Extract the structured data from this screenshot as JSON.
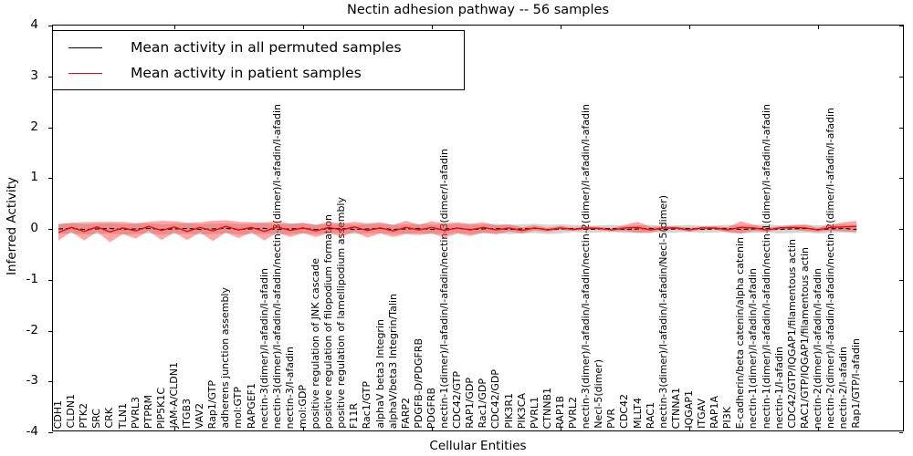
{
  "figure": {
    "title": "Nectin adhesion pathway -- 56 samples",
    "xlabel": "Cellular Entities",
    "ylabel": "Inferred Activity"
  },
  "legend": {
    "entries": [
      {
        "label": "Mean activity in all permuted samples",
        "color": "#000000"
      },
      {
        "label": "Mean activity in patient samples",
        "color": "#ff0000"
      }
    ]
  },
  "chart_data": {
    "type": "line",
    "title": "Nectin adhesion pathway -- 56 samples",
    "xlabel": "Cellular Entities",
    "ylabel": "Inferred Activity",
    "ylim": [
      -4,
      4
    ],
    "yticks": [
      4,
      3,
      2,
      1,
      0,
      -1,
      -2,
      -3,
      -4
    ],
    "grid": false,
    "legend_position": "upper left",
    "categories": [
      "CDH1",
      "CLDN1",
      "PTK2",
      "SRC",
      "CRK",
      "TLN1",
      "PVRL3",
      "PTPRM",
      "PIP5K1C",
      "JAM-A/CLDN1",
      "ITGB3",
      "VAV2",
      "Rap1/GTP",
      "adherens junction assembly",
      "mol:GTP",
      "RAPGEF1",
      "nectin-3(dimer)/I-afadin/I-afadin",
      "nectin-3(dimer)/I-afadin/I-afadin/nectin-3(dimer)/I-afadin/I-afadin",
      "nectin-3/I-afadin",
      "mol:GDP",
      "positive regulation of JNK cascade",
      "positive regulation of filopodium formation",
      "positive regulation of lamellipodium assembly",
      "F11R",
      "Rac1/GTP",
      "alphaV beta3 Integrin",
      "alphaV/beta3 Integrin/Talin",
      "FARP2",
      "PDGFB-D/PDGFRB",
      "PDGFRB",
      "nectin-1(dimer)/I-afadin/I-afadin/nectin-3(dimer/I-afadin",
      "CDC42/GTP",
      "RAP1/GDP",
      "Rac1/GDP",
      "CDC42/GDP",
      "PIK3R1",
      "PIK3CA",
      "PVRL1",
      "CTNNB1",
      "RAP1B",
      "PVRL2",
      "nectin-3(dimer)/I-afadin/I-afadin/nectin-2(dimer)/I-afadin/I-afadin",
      "Necl-5(dimer)",
      "PVR",
      "CDC42",
      "MLLT4",
      "RAC1",
      "nectin-3(dimer)/I-afadin/I-afadin/Necl-5(dimer)",
      "CTNNA1",
      "IQGAP1",
      "ITGAV",
      "RAP1A",
      "PI3K",
      "E-cadherin/beta catenin/alpha catenin",
      "nectin-1(dimer)/I-afadin/I-afadin",
      "nectin-1(dimer)/I-afadin/I-afadin/nectin-1(dimer)/I-afadin/I-afadin",
      "nectin-1/I-afadin",
      "CDC42/GTP/IQGAP1/filamentous actin",
      "RAC1/GTP/IQGAP1/filamentous actin",
      "nectin-2(dimer)/I-afadin/I-afadin",
      "nectin-2(dimer)/I-afadin/I-afadin/nectin-2(dimer/I-afadin/I-afadin",
      "nectin-2/I-afadin",
      "Rap1/GTP/I-afadin"
    ],
    "series": [
      {
        "name": "Mean activity in all permuted samples",
        "color": "#000000",
        "style": "dashed",
        "values": [
          0,
          0.01,
          -0.01,
          0,
          0.01,
          -0.01,
          0,
          0.01,
          -0.01,
          0,
          0.01,
          -0.01,
          0,
          0.01,
          -0.01,
          0,
          0.01,
          -0.01,
          0,
          0.01,
          -0.01,
          0,
          0.01,
          -0.01,
          0,
          0.01,
          -0.01,
          0,
          0.01,
          -0.01,
          0,
          0.01,
          -0.01,
          0,
          0.01,
          -0.01,
          0,
          0.01,
          -0.01,
          0,
          0.01,
          -0.01,
          0,
          0.01,
          -0.01,
          0,
          0.01,
          -0.01,
          0,
          0.01,
          -0.01,
          0,
          0.01,
          -0.01,
          0,
          0.01,
          -0.01,
          0,
          0.01,
          -0.01,
          0,
          0.01,
          -0.01
        ]
      },
      {
        "name": "Mean activity in patient samples",
        "color": "#ff0000",
        "style": "solid",
        "values": [
          -0.07,
          0.03,
          -0.05,
          0.04,
          -0.06,
          0.02,
          -0.04,
          0.05,
          -0.03,
          0.04,
          -0.05,
          0.03,
          -0.04,
          0.05,
          -0.02,
          0.03,
          -0.05,
          0.04,
          -0.03,
          0.02,
          -0.04,
          0.03,
          -0.02,
          0.04,
          -0.03,
          0.02,
          -0.04,
          0.03,
          -0.02,
          0.03,
          -0.03,
          0.02,
          -0.02,
          0.03,
          -0.02,
          0.02,
          -0.03,
          0.02,
          -0.02,
          0.02,
          -0.01,
          0.02,
          0.01,
          -0.02,
          0.02,
          0.03,
          -0.02,
          0.02,
          0.02,
          -0.02,
          0.02,
          0.02,
          -0.02,
          0.03,
          0.02,
          -0.02,
          0.02,
          0.03,
          0.02,
          -0.02,
          0.03,
          0.04,
          0.05
        ]
      }
    ],
    "bands": [
      {
        "series": "Mean activity in all permuted samples",
        "color": "rgba(110,110,110,0.30)",
        "halfwidths": [
          0.1,
          0.1,
          0.1,
          0.1,
          0.1,
          0.1,
          0.1,
          0.1,
          0.1,
          0.1,
          0.1,
          0.1,
          0.1,
          0.1,
          0.1,
          0.1,
          0.1,
          0.1,
          0.1,
          0.1,
          0.09,
          0.09,
          0.09,
          0.09,
          0.09,
          0.09,
          0.09,
          0.09,
          0.09,
          0.09,
          0.09,
          0.09,
          0.09,
          0.09,
          0.09,
          0.09,
          0.09,
          0.09,
          0.09,
          0.09,
          0.07,
          0.07,
          0.07,
          0.07,
          0.07,
          0.07,
          0.07,
          0.07,
          0.07,
          0.07,
          0.07,
          0.07,
          0.07,
          0.08,
          0.08,
          0.08,
          0.08,
          0.08,
          0.08,
          0.08,
          0.08,
          0.08,
          0.08
        ]
      },
      {
        "series": "Mean activity in patient samples",
        "color": "rgba(255,60,60,0.45)",
        "halfwidths": [
          0.16,
          0.09,
          0.18,
          0.1,
          0.2,
          0.12,
          0.15,
          0.09,
          0.19,
          0.11,
          0.17,
          0.1,
          0.2,
          0.12,
          0.16,
          0.1,
          0.18,
          0.11,
          0.13,
          0.1,
          0.12,
          0.11,
          0.13,
          0.1,
          0.14,
          0.11,
          0.12,
          0.13,
          0.1,
          0.12,
          0.14,
          0.11,
          0.12,
          0.1,
          0.09,
          0.07,
          0.06,
          0.05,
          0.04,
          0.04,
          0.03,
          0.03,
          0.03,
          0.03,
          0.06,
          0.11,
          0.06,
          0.03,
          0.03,
          0.04,
          0.03,
          0.03,
          0.05,
          0.12,
          0.06,
          0.04,
          0.03,
          0.04,
          0.06,
          0.04,
          0.06,
          0.09,
          0.11
        ]
      }
    ]
  }
}
